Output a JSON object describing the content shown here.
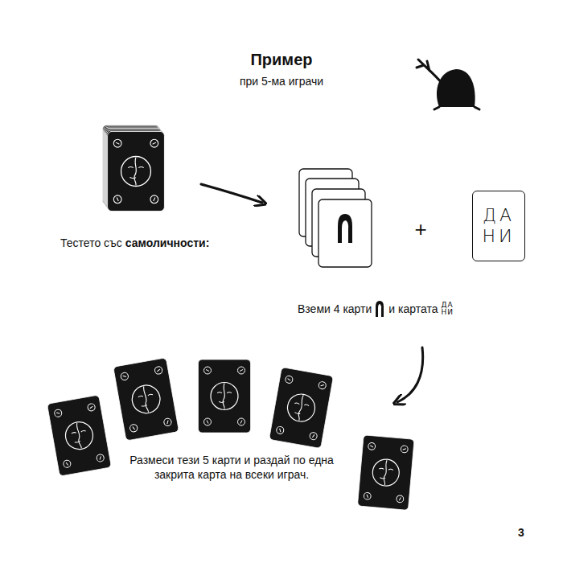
{
  "diagram": {
    "title": "Пример",
    "nodes": [
      {
        "text": [
          "ДА НИ"
        ]
      }
    ],
    "labels": [
      "при 5-ма играчи",
      "Тестето със",
      "самоличности:",
      "+",
      "Вземи 4 карти",
      "и картата",
      "ДА НИ",
      "Размеси тези 5 карти и раздай по една закрита карта на всеки играч.",
      "3"
    ]
  }
}
